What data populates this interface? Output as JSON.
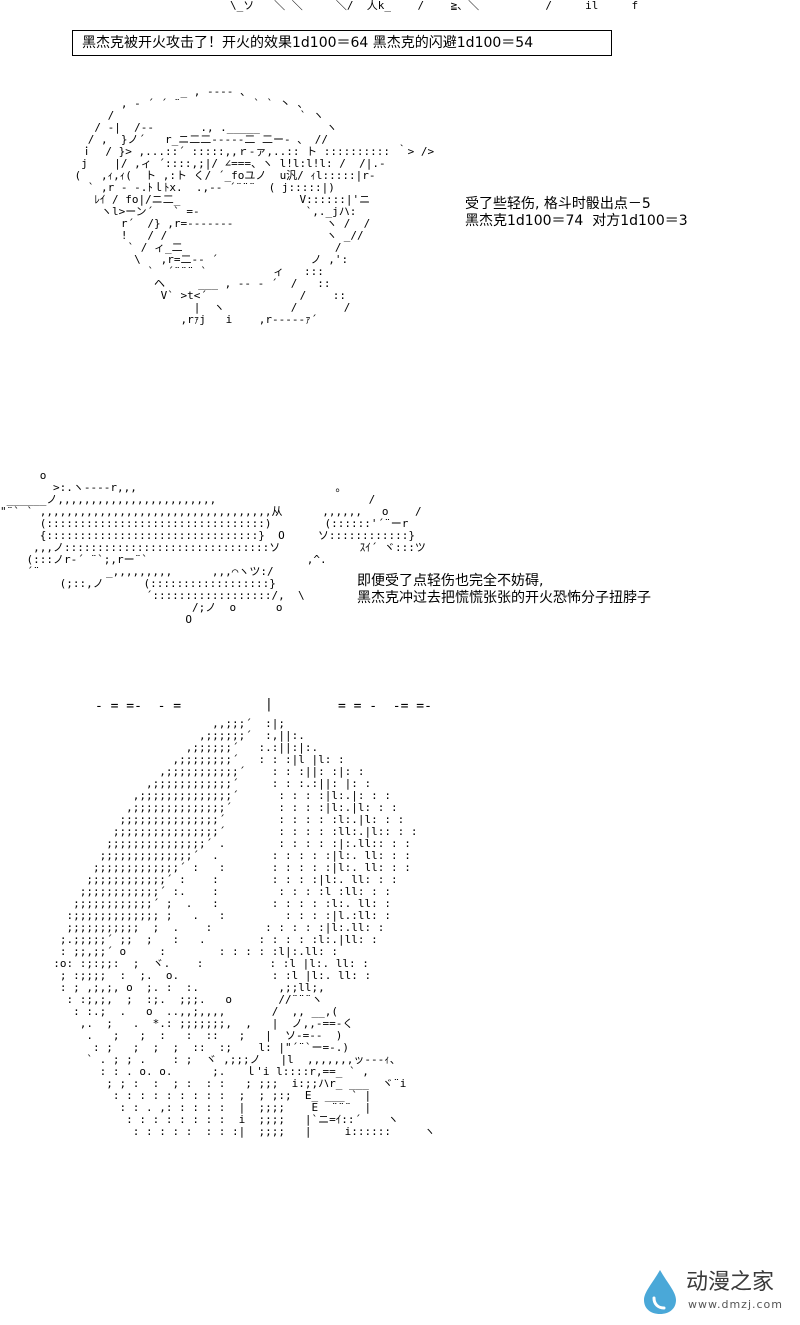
{
  "header": {
    "top_fragment": "\\_ソ   ＼ ＼     ＼/  人k_    /    ≧、＼          /     il     f",
    "combat_log": "黑杰克被开火攻击了！开火的效果1d100＝64 黑杰克的闪避1d100＝54"
  },
  "panel1": {
    "caption_lines": [
      "受了些轻伤, 格斗时骰出点－5",
      "黑杰克1d100＝74  对方1d100＝3"
    ],
    "art_lines": [
      "                    _ , ---- 、",
      "           , - ´ ´ ¨           ` ` 丶 、",
      "         /                            ` ヽ",
      "       / -|  /--       ., ._____          ヽ",
      "      / ,  }ノ´   r_ニ二二---‐-二 二ー- 、 //",
      "     ｉ  / }> ,...::´ :::::,,ｒ-ァ,..:: ト :::::::::: ｀> />",
      "     j    |/ ,ィ ´::::,;|/ ∠===、ヽ l!l:l!l: /  /|.-",
      "    (   ,ｨ,ｨ(  ト ,:ト く/ ´_foユノ  u汎/ ｨl:::::|r-",
      "      ` ,r - -.ﾄｌﾄx.  .,-- ´¨¨¨  ( j:::::|)",
      "       ﾚｲ / fo|/ニ二_                  V::::::|'ニ",
      "        ヽl>ーン´   ` =-                `,._jハ:",
      "           r´  /} ,r=-------              ヽ /  /",
      "           !   / /                        ヽ _//",
      "            ` / ィ_二                       /",
      "             \\   ,r=二‐‐ ´              ノ ,':",
      "               `  ´¨¨¨ `          ィ   :::",
      "                ヘ     ___ , -- - ´  /   ::",
      "                 V` >t<´              /    ::",
      "                      |  ヽ          /       /",
      "                    ,rｧj   i    ,r-----ｧ´"
    ]
  },
  "panel2": {
    "caption_lines": [
      "即便受了点轻伤也完全不妨碍,",
      "黑杰克冲过去把慌慌张张的开火恐怖分子扭脖子"
    ],
    "art_lines": [
      "      o",
      "        >:.ヽ----r,,,                              ｡",
      " ______ノ,,,,,,,,,,,,,,,,,,,,,,,,                       /",
      "\"¨` ` ,,,,,,,,,,,,,,,,,,,,,,,,,,,,,,,,,,,从      ,,,,,,   o    /",
      "      (:::::::::::::::::::::::::::::::::)        (::::::'´¨ーr",
      "      {::::::::::::::::::::::::::::::::}  O     ソ::::::::::::}",
      "     ,,,ノ:::::::::::::::::::::::::::::::ソ            ｽｲ´ ヾ:::ツ",
      "    (:::ノr-´ ¨`;,rー¨`                        ,^.",
      "    ´¨          _,,,,,,,,,      ,,,⌒ヽツ:/",
      "         (;::,ノ      (::::::::::::::::::}",
      "                      ´::::::::::::::::::/,  \\",
      "                             /;ノ  o      o",
      "                            O"
    ]
  },
  "panel3": {
    "dash_left": "- = =-  - =",
    "dash_mid": "|",
    "dash_right": "= = -  -= =-",
    "art_lines": [
      "                          ,,;;;´  :|;",
      "                        ,;;;;;;´  :,||:.",
      "                      ,;;;;;;´   :.:||:|:.",
      "                    ,;;;;;;;;´   : : :|l |l: :",
      "                  ,;;;;;;;;;;;´    : : :||: :|: :",
      "                ,;;;;;;;;;;;;´     : : :.:||: |: :",
      "              ,;;;;;;;;;;;;;;´      : : : :|l:.|: : :",
      "             ,;;;;;;;;;;;;;;´       : : : :|l:.|l: : :",
      "            ;;;;;;;;;;;;;;;´        : : : : :l:.|l: : :",
      "           ;;;;;;;;;;;;;;;;´        : : : : :ll:.|l:: : :",
      "          ;;;;;;;;;;;;;;;´ .        : : : : :|:.ll:: : :",
      "         ;;;;;;;;;;;;;;´  .        : : : : :|l:. ll: : :",
      "        ;;;;;;;;;;;;;´ :   :       : : : : :|l:. ll: : :",
      "       ;;;;;;;;;;;;´ :    :        : : : :|l:. ll: : :",
      "      ;;;;;;;;;;;;´ :.    :         : : : :l :ll: : :",
      "     ;;;;;;;;;;;;´ ;  .   :        : : : : :l:. ll: :",
      "    :;;;;;;;;;;;;; ;   .   :         : : : :|l.:ll: :",
      "    ;;;;;;;;;;;  ;  .    :        : : : : :|l:.ll: :",
      "   ;.;;;;;´ ;;  ;   :   .        : : : : :l:.|ll: :",
      "   : ;;,;;´ o     :        : : : : :l|:.ll: :",
      "  :o: :;:;;:  ;  ヾ.    :          : :l |l:. ll: :",
      "   ; :;;;;  :  ;.  o.              : :l |l:. ll: :",
      "   : ; ,;,;, o  ;. :  :.            ,;;ll;,",
      "    : :;,;,  ;  :;.  ;;;.   o       //¨¨¨ヽ",
      "     : :.;  .   o  ..,,;,,,,       /  ,, __,(",
      "      ,.  ;   .  *.: ;;;;;;;,  ,   |  ノ,,-==-く",
      "       .   ;   ;  :   :  ::   ;   |  ソ-=--  )",
      "        : ;   ;  ;  ;  ::  :;    l: |\"´¨`ー=-.)",
      "       ` . ; ; .    : ;  ヾ ,;;;ノ   |l  ,,,,,,,ッ---ｨ、",
      "         : : . o. o.      ;.   ｌ'i l::::r,==_ ` ,",
      "          ; ; :  :  ; :  : :   ; ;;;  i:;;ハr_ ___  ヾ¨i",
      "           : : : : : : : : :  ;  ; ;:;  E_ ___ ` |",
      "            : : . ,: : : : :  |  ;;;;    E  ¨¨¨  |",
      "             : : : : : : : :  i  ;;;;   |`ニ=ｲ::´    ヽ",
      "              : : : : :  : : :|  ;;;;   |     i::::::     ヽ"
    ]
  },
  "watermark": {
    "brand": "动漫之家",
    "url": "www.dmzj.com",
    "drop_color": "#4aa8d8"
  }
}
